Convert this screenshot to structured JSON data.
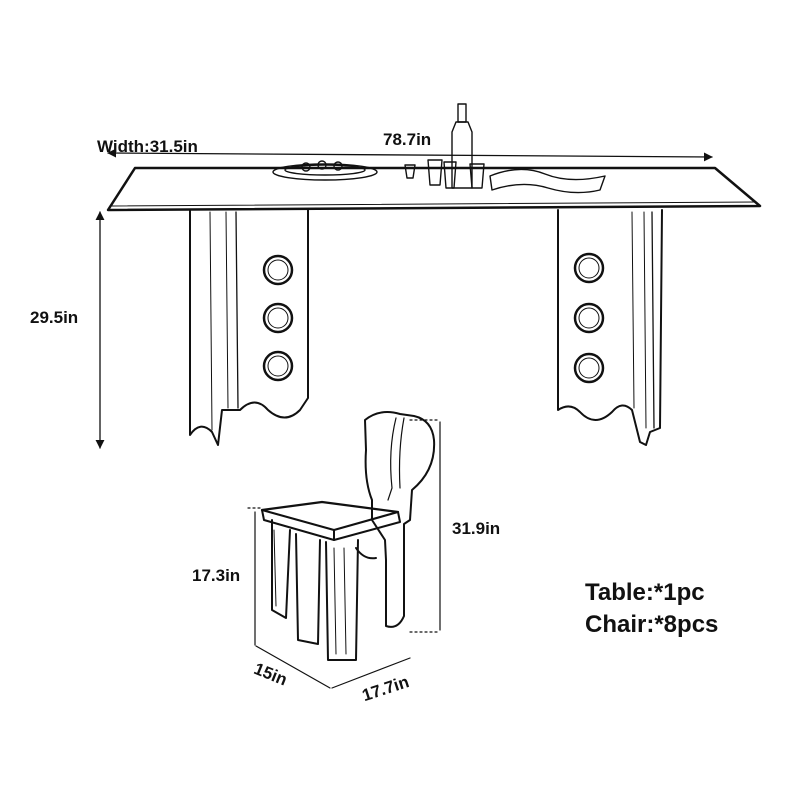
{
  "dimensions": {
    "table_width": "Width:31.5in",
    "table_length": "78.7in",
    "table_height": "29.5in",
    "chair_height": "31.9in",
    "seat_height": "17.3in",
    "chair_depth": "15in",
    "chair_width": "17.7in"
  },
  "quantities": {
    "table": "Table:*1pc",
    "chair": "Chair:*8pcs"
  },
  "colors": {
    "line": "#111111",
    "background": "#ffffff"
  }
}
